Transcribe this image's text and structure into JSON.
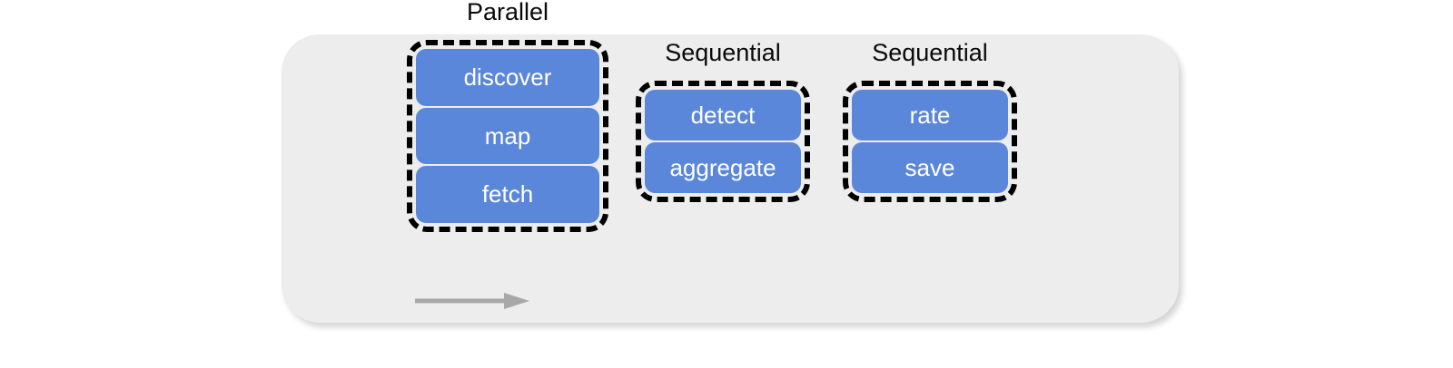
{
  "diagram": {
    "type": "workflow-pipeline",
    "background_color": "#ffffff",
    "panel_color": "#ededed",
    "node_color": "#5b87da",
    "node_text_color": "#ffffff",
    "group_border_color": "#000000",
    "arrow_color": "#a8a8a8",
    "groups": [
      {
        "label": "Parallel",
        "mode": "parallel",
        "nodes": [
          {
            "label": "discover"
          },
          {
            "label": "map"
          },
          {
            "label": "fetch"
          }
        ]
      },
      {
        "label": "Sequential",
        "mode": "sequential",
        "nodes": [
          {
            "label": "detect"
          },
          {
            "label": "aggregate"
          }
        ]
      },
      {
        "label": "Sequential",
        "mode": "sequential",
        "nodes": [
          {
            "label": "rate"
          },
          {
            "label": "save"
          }
        ]
      }
    ],
    "arrow": {
      "direction": "right",
      "name": "flow-direction-arrow"
    }
  }
}
